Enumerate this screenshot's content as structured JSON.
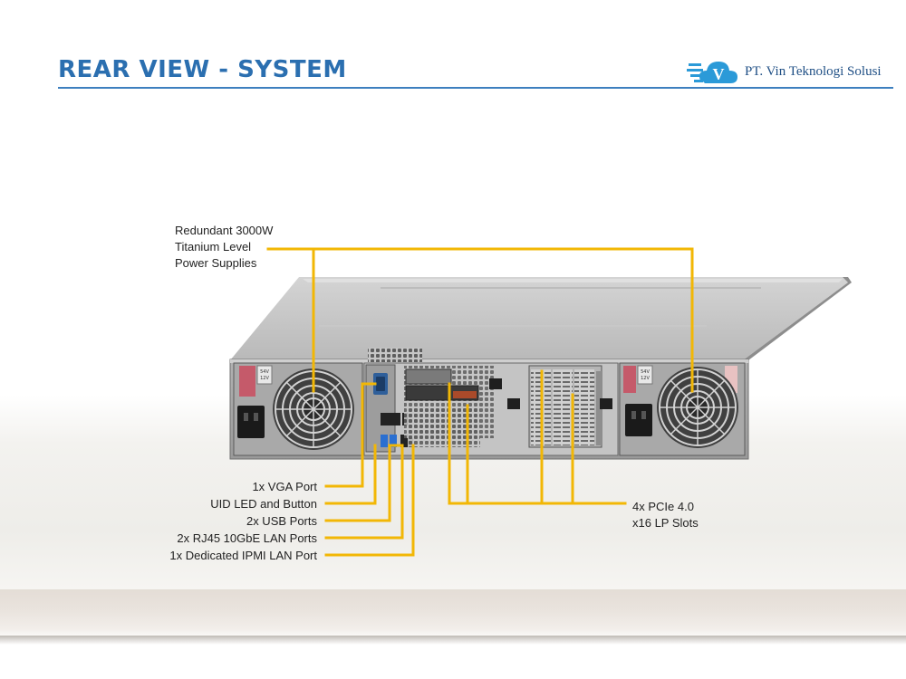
{
  "header": {
    "title": "REAR VIEW - SYSTEM",
    "company": "PT. Vin Teknologi Solusi",
    "logo_letter": "V",
    "accent_color": "#2b6fb0"
  },
  "callouts": {
    "psu_line1": "Redundant 3000W",
    "psu_line2": "Titanium Level",
    "psu_line3": "Power Supplies",
    "vga": "1x VGA Port",
    "uid": "UID  LED and Button",
    "usb": "2x USB Ports",
    "lan": "2x RJ45  10GbE LAN Ports",
    "ipmi": "1x Dedicated IPMI  LAN Port",
    "pcie_line1": "4x PCIe  4.0",
    "pcie_line2": "x16 LP Slots",
    "line_color": "#f2b705"
  },
  "psu_left": {
    "label_line1": "54V",
    "label_line2": "12V"
  },
  "psu_right": {
    "label_line1": "54V",
    "label_line2": "12V"
  }
}
